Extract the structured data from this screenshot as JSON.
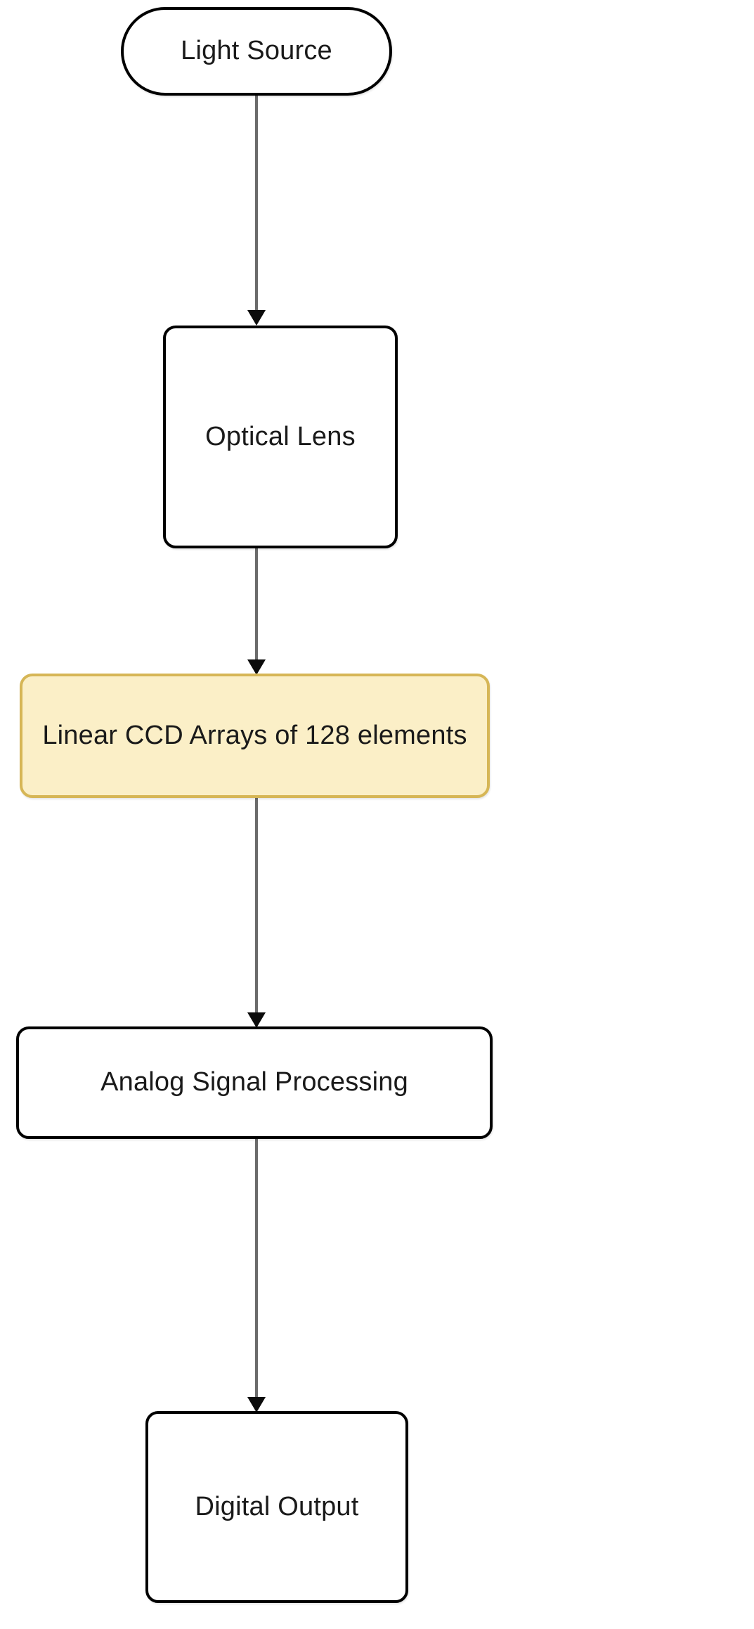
{
  "diagram": {
    "type": "flowchart",
    "orientation": "top-to-bottom",
    "background_color": "#ffffff",
    "nodes": [
      {
        "id": "light-source",
        "label": "Light Source",
        "shape": "stadium",
        "fill_color": "#ffffff",
        "border_color": "#000000",
        "text_color": "#1a1a1a"
      },
      {
        "id": "optical-lens",
        "label": "Optical Lens",
        "shape": "rounded-rectangle",
        "fill_color": "#ffffff",
        "border_color": "#000000",
        "text_color": "#1a1a1a"
      },
      {
        "id": "linear-ccd-arrays",
        "label": "Linear CCD Arrays of 128 elements",
        "shape": "rounded-rectangle",
        "fill_color": "#fbefc7",
        "border_color": "#d6b656",
        "text_color": "#1a1a1a",
        "highlighted": true
      },
      {
        "id": "analog-signal-processing",
        "label": "Analog Signal Processing",
        "shape": "rounded-rectangle",
        "fill_color": "#ffffff",
        "border_color": "#000000",
        "text_color": "#1a1a1a"
      },
      {
        "id": "digital-output",
        "label": "Digital Output",
        "shape": "rounded-rectangle",
        "fill_color": "#ffffff",
        "border_color": "#000000",
        "text_color": "#1a1a1a"
      }
    ],
    "edges": [
      {
        "id": "edge-1",
        "from": "light-source",
        "to": "optical-lens",
        "label": "",
        "line_color": "#6b6b6b",
        "arrowhead_color": "#0b0b0b"
      },
      {
        "id": "edge-2",
        "from": "optical-lens",
        "to": "linear-ccd-arrays",
        "label": "",
        "line_color": "#6b6b6b",
        "arrowhead_color": "#0b0b0b"
      },
      {
        "id": "edge-3",
        "from": "linear-ccd-arrays",
        "to": "analog-signal-processing",
        "label": "",
        "line_color": "#6b6b6b",
        "arrowhead_color": "#0b0b0b"
      },
      {
        "id": "edge-4",
        "from": "analog-signal-processing",
        "to": "digital-output",
        "label": "",
        "line_color": "#6b6b6b",
        "arrowhead_color": "#0b0b0b"
      }
    ]
  }
}
